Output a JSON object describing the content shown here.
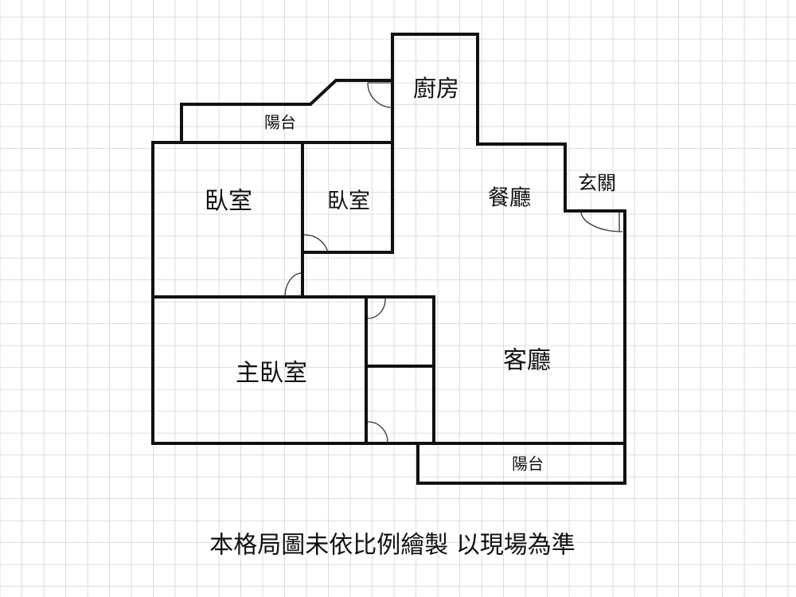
{
  "rooms": {
    "kitchen": "廚房",
    "balcony_top": "陽台",
    "bedroom_1": "臥室",
    "bedroom_2": "臥室",
    "dining": "餐廳",
    "entrance": "玄關",
    "master_bedroom": "主臥室",
    "living": "客廳",
    "balcony_bottom": "陽台"
  },
  "footer": {
    "note": "本格局圖未依比例繪製 以現場為準"
  },
  "colors": {
    "wall": "#111111",
    "grid": "#d4d4d4",
    "background": "#ffffff"
  }
}
